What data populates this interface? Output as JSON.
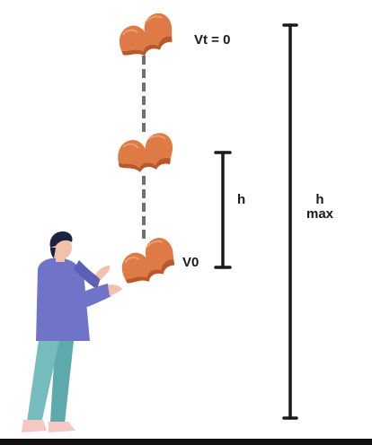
{
  "labels": {
    "vt": "Vt = 0",
    "v0": "V0",
    "h": "h",
    "hmax_top": "h",
    "hmax_bottom": "max"
  },
  "colors": {
    "tile": "#dd7a45",
    "tile_dark": "#b9582a",
    "tile_light": "#ef9c6b",
    "dash": "#707070",
    "bar": "#1a1a1a",
    "shirt": "#6f74c9",
    "pants": "#76bbbd",
    "skin": "#f2c1ac",
    "hair": "#1c2340",
    "shoe": "#f5c8c3"
  }
}
